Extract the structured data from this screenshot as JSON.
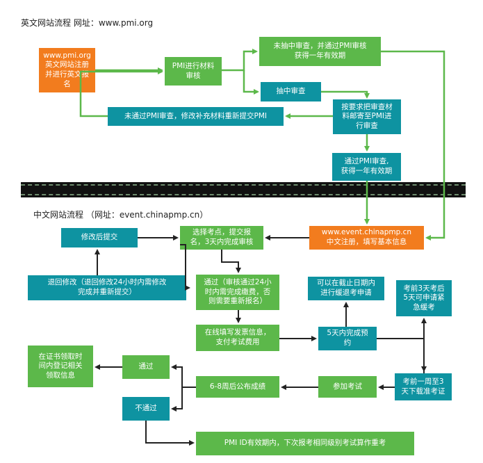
{
  "en_section": {
    "title": "英文网站流程  网址：www.pmi.org"
  },
  "cn_section": {
    "title": "中文网站流程   （网址：event.chinapmp.cn）"
  },
  "nodes": {
    "pmi_register": "www.pmi.org\n英文网站注册\n并进行英文报\n名",
    "pmi_review": "PMI进行材料\n审核",
    "not_sampled": "未抽中审查，并通过PMI审核\n获得一年有效期",
    "sampled": "抽中审查",
    "mail_materials": "按要求把审查材\n料邮寄至PMI进\n行审查",
    "failed_review": "未通过PMI审查，修改补充材料重新提交PMI",
    "passed_review": "通过PMI审查,\n获得一年有效期",
    "cn_register": "www.event.chinapmp.cn\n中文注册，填写基本信息",
    "choose_site": "选择考点，提交报\n名，3天内完成审核",
    "resubmit": "修改后提交",
    "return_modify": "退回修改（退回修改24小时内需修改\n完成并重新提交）",
    "approved_pay": "通过（审核通过24小\n时内需完成缴费，否\n则需要重新报名）",
    "invoice_pay": "在线填写发票信息，\n支付考试费用",
    "reserve": "5天内完成预\n约",
    "defer_before_deadline": "可以在截止日期内\n进行缓退考申请",
    "emergency_defer": "考前3天考后\n5天可申请紧\n急缓考",
    "admit_ticket": "考前一周至3\n天下载准考证",
    "take_exam": "参加考试",
    "results": "6-8周后公布成绩",
    "pass": "通过",
    "fail": "不通过",
    "claim_cert": "在证书领取时\n间内登记相关\n领取信息",
    "retake": "PMI ID有效期内，下次报考相同级别考试算作重考"
  }
}
